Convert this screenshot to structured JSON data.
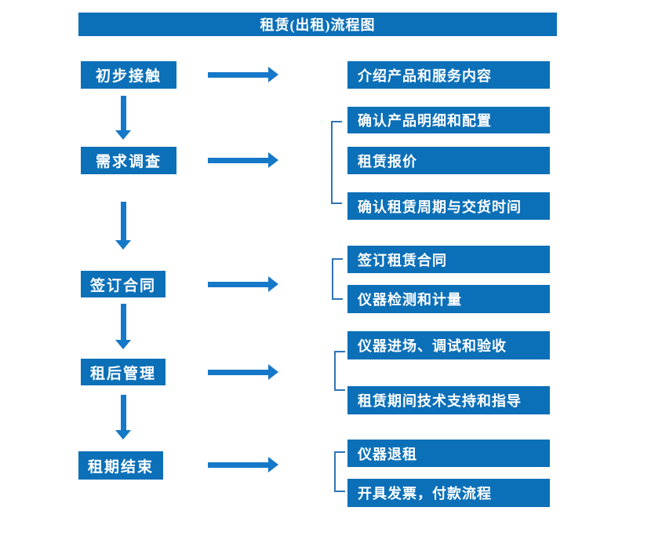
{
  "title": "租赁(出租)流程图",
  "colors": {
    "box_blue": "#0c70b8",
    "arrow_blue": "#1678c8",
    "bracket_blue": "#2e75b6"
  },
  "steps": [
    {
      "label": "初步接触",
      "details": [
        "介绍产品和服务内容"
      ]
    },
    {
      "label": "需求调查",
      "details": [
        "确认产品明细和配置",
        "租赁报价",
        "确认租赁周期与交货时间"
      ]
    },
    {
      "label": "签订合同",
      "details": [
        "签订租赁合同",
        "仪器检测和计量"
      ]
    },
    {
      "label": "租后管理",
      "details": [
        "仪器进场、调试和验收",
        "租赁期间技术支持和指导"
      ]
    },
    {
      "label": "租期结束",
      "details": [
        "仪器退租",
        "开具发票，付款流程"
      ]
    }
  ]
}
